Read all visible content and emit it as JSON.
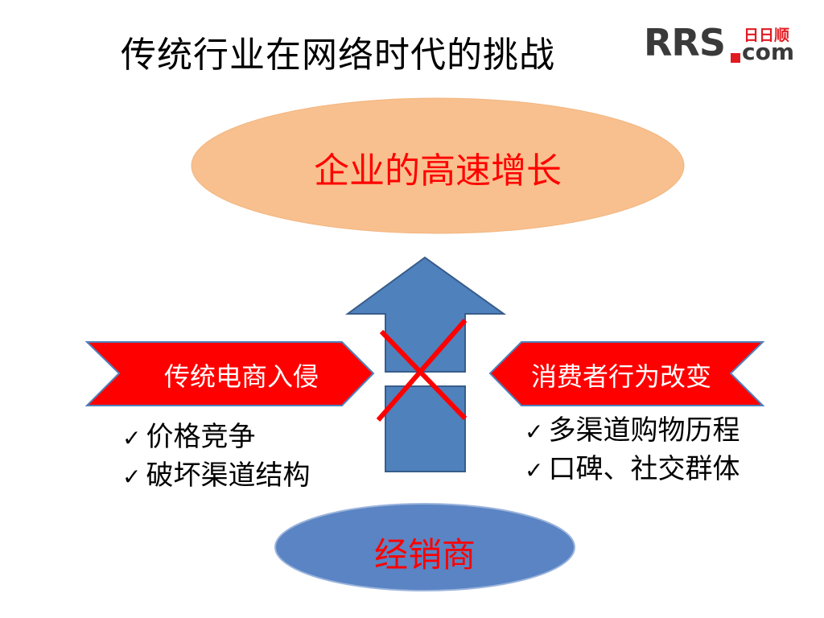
{
  "title": "传统行业在网络时代的挑战",
  "logo": {
    "rrs": "RRS",
    "cn": "日日顺",
    "com": "com"
  },
  "top_ellipse": {
    "label": "企业的高速增长",
    "fill": "#f8c08e",
    "text_color": "#ff0000"
  },
  "bottom_ellipse": {
    "label": "经销商",
    "fill": "#5a84c4",
    "text_color": "#ff0000"
  },
  "left_banner": {
    "label": "传统电商入侵",
    "fill": "#ff0000"
  },
  "right_banner": {
    "label": "消费者行为改变",
    "fill": "#ff0000"
  },
  "arrow": {
    "fill": "#4f81bd",
    "stroke": "#385d8a"
  },
  "cross": {
    "color": "#ff0000"
  },
  "left_bullets": [
    {
      "mark": "✓",
      "text": "价格竞争"
    },
    {
      "mark": "✓",
      "text": "破坏渠道结构"
    }
  ],
  "right_bullets": [
    {
      "mark": "✓",
      "text": "多渠道购物历程"
    },
    {
      "mark": "✓",
      "text": "口碑、社交群体"
    }
  ]
}
